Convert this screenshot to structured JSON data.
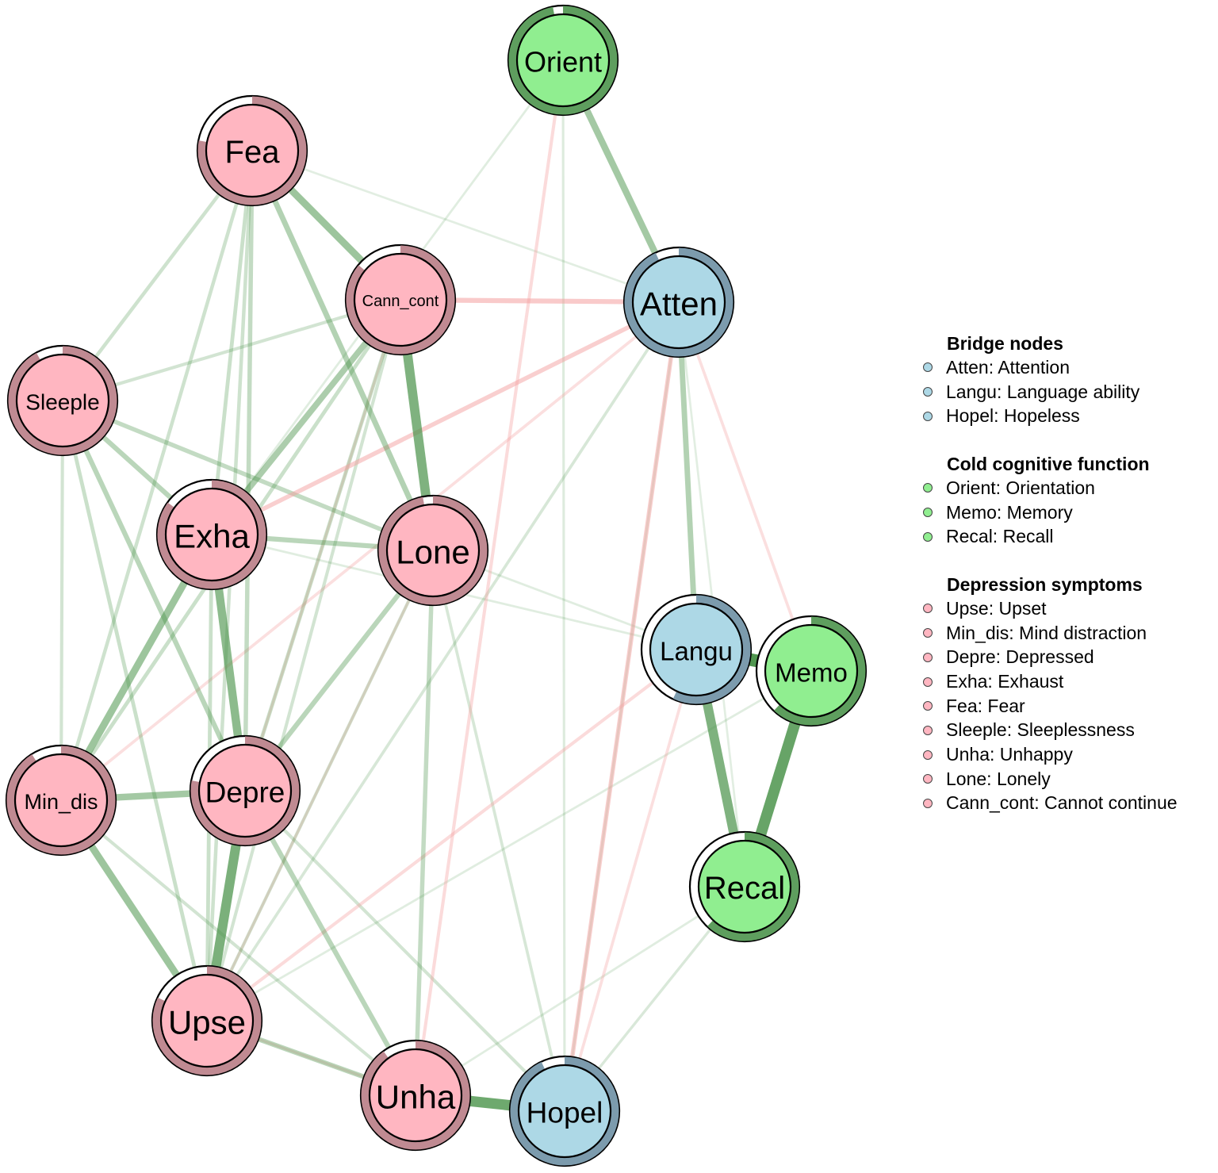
{
  "colors": {
    "bridge": "#ADD8E6",
    "cold": "#90EE90",
    "depression": "#FFB6C1",
    "ring_bridge": "#7C9BAD",
    "ring_cold": "#5E9E5E",
    "ring_depression": "#C08A92",
    "edge_positive": "#4A934A",
    "edge_negative": "#F4A0A0"
  },
  "nodes": [
    {
      "id": "Orient",
      "label": "Orient",
      "group": "cold",
      "predictability": 0.97
    },
    {
      "id": "Fea",
      "label": "Fea",
      "group": "depression",
      "predictability": 0.78
    },
    {
      "id": "Cann_cont",
      "label": "Cann_cont",
      "group": "depression",
      "predictability": 0.86
    },
    {
      "id": "Atten",
      "label": "Atten",
      "group": "bridge",
      "predictability": 0.93
    },
    {
      "id": "Sleeple",
      "label": "Sleeple",
      "group": "depression",
      "predictability": 0.92
    },
    {
      "id": "Exha",
      "label": "Exha",
      "group": "depression",
      "predictability": 0.85
    },
    {
      "id": "Lone",
      "label": "Lone",
      "group": "depression",
      "predictability": 0.97
    },
    {
      "id": "Langu",
      "label": "Langu",
      "group": "bridge",
      "predictability": 0.57
    },
    {
      "id": "Memo",
      "label": "Memo",
      "group": "cold",
      "predictability": 0.62
    },
    {
      "id": "Min_dis",
      "label": "Min_dis",
      "group": "depression",
      "predictability": 0.91
    },
    {
      "id": "Depre",
      "label": "Depre",
      "group": "depression",
      "predictability": 0.78
    },
    {
      "id": "Recal",
      "label": "Recal",
      "group": "cold",
      "predictability": 0.62
    },
    {
      "id": "Upse",
      "label": "Upse",
      "group": "depression",
      "predictability": 0.82
    },
    {
      "id": "Unha",
      "label": "Unha",
      "group": "depression",
      "predictability": 0.9
    },
    {
      "id": "Hopel",
      "label": "Hopel",
      "group": "bridge",
      "predictability": 0.93
    }
  ],
  "edges": [
    {
      "from": "Langu",
      "to": "Memo",
      "sign": "positive",
      "weight": 1.0
    },
    {
      "from": "Memo",
      "to": "Recal",
      "sign": "positive",
      "weight": 0.85
    },
    {
      "from": "Unha",
      "to": "Hopel",
      "sign": "positive",
      "weight": 0.8
    },
    {
      "from": "Depre",
      "to": "Upse",
      "sign": "positive",
      "weight": 0.72
    },
    {
      "from": "Langu",
      "to": "Recal",
      "sign": "positive",
      "weight": 0.7
    },
    {
      "from": "Cann_cont",
      "to": "Lone",
      "sign": "positive",
      "weight": 0.7
    },
    {
      "from": "Exha",
      "to": "Depre",
      "sign": "positive",
      "weight": 0.6
    },
    {
      "from": "Exha",
      "to": "Min_dis",
      "sign": "positive",
      "weight": 0.5
    },
    {
      "from": "Min_dis",
      "to": "Upse",
      "sign": "positive",
      "weight": 0.5
    },
    {
      "from": "Fea",
      "to": "Cann_cont",
      "sign": "positive",
      "weight": 0.5
    },
    {
      "from": "Orient",
      "to": "Atten",
      "sign": "positive",
      "weight": 0.45
    },
    {
      "from": "Min_dis",
      "to": "Depre",
      "sign": "positive",
      "weight": 0.45
    },
    {
      "from": "Cann_cont",
      "to": "Exha",
      "sign": "positive",
      "weight": 0.4
    },
    {
      "from": "Atten",
      "to": "Langu",
      "sign": "positive",
      "weight": 0.35
    },
    {
      "from": "Fea",
      "to": "Lone",
      "sign": "positive",
      "weight": 0.35
    },
    {
      "from": "Upse",
      "to": "Unha",
      "sign": "positive",
      "weight": 0.3
    },
    {
      "from": "Sleeple",
      "to": "Depre",
      "sign": "positive",
      "weight": 0.3
    },
    {
      "from": "Sleeple",
      "to": "Exha",
      "sign": "positive",
      "weight": 0.3
    },
    {
      "from": "Depre",
      "to": "Unha",
      "sign": "positive",
      "weight": 0.3
    },
    {
      "from": "Lone",
      "to": "Depre",
      "sign": "positive",
      "weight": 0.3
    },
    {
      "from": "Exha",
      "to": "Lone",
      "sign": "positive",
      "weight": 0.3
    },
    {
      "from": "Sleeple",
      "to": "Lone",
      "sign": "positive",
      "weight": 0.25
    },
    {
      "from": "Fea",
      "to": "Depre",
      "sign": "positive",
      "weight": 0.25
    },
    {
      "from": "Lone",
      "to": "Unha",
      "sign": "positive",
      "weight": 0.25
    },
    {
      "from": "Sleeple",
      "to": "Upse",
      "sign": "positive",
      "weight": 0.2
    },
    {
      "from": "Fea",
      "to": "Exha",
      "sign": "positive",
      "weight": 0.2
    },
    {
      "from": "Fea",
      "to": "Sleeple",
      "sign": "positive",
      "weight": 0.18
    },
    {
      "from": "Fea",
      "to": "Min_dis",
      "sign": "positive",
      "weight": 0.18
    },
    {
      "from": "Fea",
      "to": "Upse",
      "sign": "positive",
      "weight": 0.18
    },
    {
      "from": "Cann_cont",
      "to": "Min_dis",
      "sign": "positive",
      "weight": 0.2
    },
    {
      "from": "Cann_cont",
      "to": "Depre",
      "sign": "positive",
      "weight": 0.2
    },
    {
      "from": "Cann_cont",
      "to": "Upse",
      "sign": "positive",
      "weight": 0.15
    },
    {
      "from": "Exha",
      "to": "Upse",
      "sign": "positive",
      "weight": 0.2
    },
    {
      "from": "Sleeple",
      "to": "Min_dis",
      "sign": "positive",
      "weight": 0.15
    },
    {
      "from": "Sleeple",
      "to": "Cann_cont",
      "sign": "positive",
      "weight": 0.15
    },
    {
      "from": "Lone",
      "to": "Upse",
      "sign": "positive",
      "weight": 0.15
    },
    {
      "from": "Min_dis",
      "to": "Unha",
      "sign": "positive",
      "weight": 0.15
    },
    {
      "from": "Depre",
      "to": "Hopel",
      "sign": "positive",
      "weight": 0.15
    },
    {
      "from": "Lone",
      "to": "Hopel",
      "sign": "positive",
      "weight": 0.12
    },
    {
      "from": "Atten",
      "to": "Upse",
      "sign": "positive",
      "weight": 0.12
    },
    {
      "from": "Recal",
      "to": "Hopel",
      "sign": "positive",
      "weight": 0.1
    },
    {
      "from": "Atten",
      "to": "Hopel",
      "sign": "positive",
      "weight": 0.08
    },
    {
      "from": "Orient",
      "to": "Hopel",
      "sign": "positive",
      "weight": 0.08
    },
    {
      "from": "Orient",
      "to": "Exha",
      "sign": "positive",
      "weight": 0.06
    },
    {
      "from": "Lone",
      "to": "Langu",
      "sign": "positive",
      "weight": 0.06
    },
    {
      "from": "Exha",
      "to": "Langu",
      "sign": "positive",
      "weight": 0.06
    },
    {
      "from": "Upse",
      "to": "Memo",
      "sign": "positive",
      "weight": 0.06
    },
    {
      "from": "Unha",
      "to": "Recal",
      "sign": "positive",
      "weight": 0.06
    },
    {
      "from": "Fea",
      "to": "Atten",
      "sign": "positive",
      "weight": 0.05
    },
    {
      "from": "Atten",
      "to": "Recal",
      "sign": "positive",
      "weight": 0.05
    },
    {
      "from": "Cann_cont",
      "to": "Atten",
      "sign": "negative",
      "weight": 0.3
    },
    {
      "from": "Exha",
      "to": "Atten",
      "sign": "negative",
      "weight": 0.25
    },
    {
      "from": "Atten",
      "to": "Hopel",
      "sign": "negative",
      "weight": 0.25
    },
    {
      "from": "Orient",
      "to": "Unha",
      "sign": "negative",
      "weight": 0.15
    },
    {
      "from": "Upse",
      "to": "Langu",
      "sign": "negative",
      "weight": 0.15
    },
    {
      "from": "Atten",
      "to": "Min_dis",
      "sign": "negative",
      "weight": 0.12
    },
    {
      "from": "Atten",
      "to": "Memo",
      "sign": "negative",
      "weight": 0.12
    },
    {
      "from": "Langu",
      "to": "Hopel",
      "sign": "negative",
      "weight": 0.12
    },
    {
      "from": "Upse",
      "to": "Unha",
      "sign": "negative",
      "weight": 0.1
    },
    {
      "from": "Lone",
      "to": "Upse",
      "sign": "negative",
      "weight": 0.08
    },
    {
      "from": "Cann_cont",
      "to": "Depre",
      "sign": "negative",
      "weight": 0.08
    }
  ],
  "legend": {
    "groups": [
      {
        "title": "Bridge nodes",
        "group": "bridge",
        "items": [
          "Atten: Attention",
          "Langu: Language ability",
          "Hopel: Hopeless"
        ]
      },
      {
        "title": "Cold cognitive function",
        "group": "cold",
        "items": [
          "Orient: Orientation",
          "Memo: Memory",
          "Recal: Recall"
        ]
      },
      {
        "title": "Depression symptoms",
        "group": "depression",
        "items": [
          "Upse: Upset",
          "Min_dis: Mind distraction",
          "Depre: Depressed",
          "Exha: Exhaust",
          "Fea: Fear",
          "Sleeple: Sleeplessness",
          "Unha: Unhappy",
          "Lone: Lonely",
          "Cann_cont: Cannot continue"
        ]
      }
    ]
  }
}
